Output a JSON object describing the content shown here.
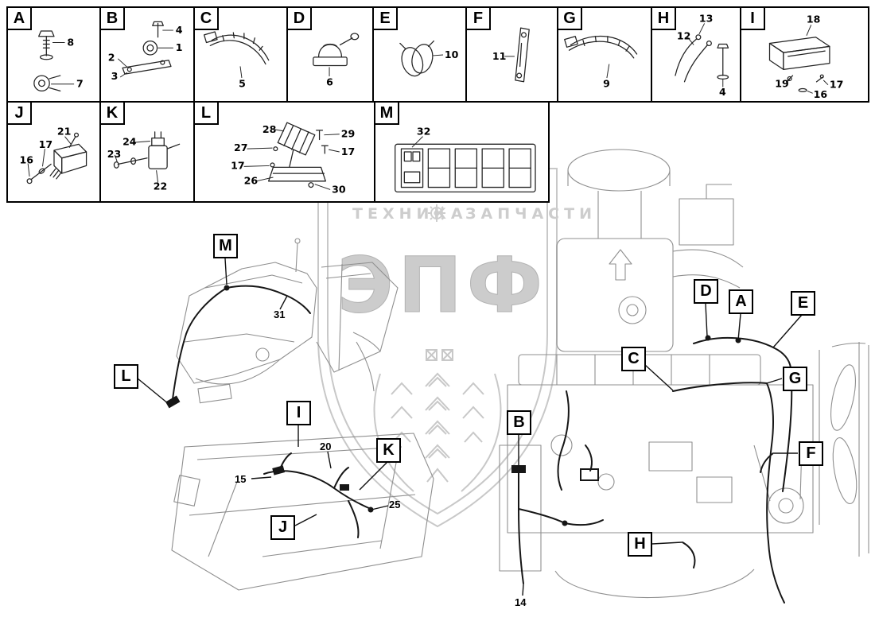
{
  "watermark": {
    "left": "ТЕХНИКА",
    "right": "ЗАПЧАСТИ",
    "logo": "ЭПФ"
  },
  "legend_cells": [
    {
      "letter": "A",
      "callouts": [
        "8",
        "7"
      ]
    },
    {
      "letter": "B",
      "callouts": [
        "4",
        "1",
        "2",
        "3"
      ]
    },
    {
      "letter": "C",
      "callouts": [
        "5"
      ]
    },
    {
      "letter": "D",
      "callouts": [
        "6"
      ]
    },
    {
      "letter": "E",
      "callouts": [
        "10"
      ]
    },
    {
      "letter": "F",
      "callouts": [
        "11"
      ]
    },
    {
      "letter": "G",
      "callouts": [
        "9"
      ]
    },
    {
      "letter": "H",
      "callouts": [
        "13",
        "12",
        "4"
      ]
    },
    {
      "letter": "I",
      "callouts": [
        "18",
        "19",
        "17",
        "16"
      ]
    },
    {
      "letter": "J",
      "callouts": [
        "21",
        "17",
        "16"
      ]
    },
    {
      "letter": "K",
      "callouts": [
        "24",
        "23",
        "22"
      ]
    },
    {
      "letter": "L",
      "callouts": [
        "28",
        "27",
        "17",
        "26",
        "29",
        "17",
        "30"
      ]
    },
    {
      "letter": "M",
      "callouts": [
        "32"
      ]
    }
  ],
  "diagram_labels": [
    {
      "letter": "M"
    },
    {
      "letter": "L"
    },
    {
      "letter": "I"
    },
    {
      "letter": "K"
    },
    {
      "letter": "J"
    },
    {
      "letter": "D"
    },
    {
      "letter": "A"
    },
    {
      "letter": "E"
    },
    {
      "letter": "C"
    },
    {
      "letter": "G"
    },
    {
      "letter": "B"
    },
    {
      "letter": "F"
    },
    {
      "letter": "H"
    }
  ],
  "diagram_callouts": [
    "31",
    "20",
    "15",
    "25",
    "14"
  ]
}
